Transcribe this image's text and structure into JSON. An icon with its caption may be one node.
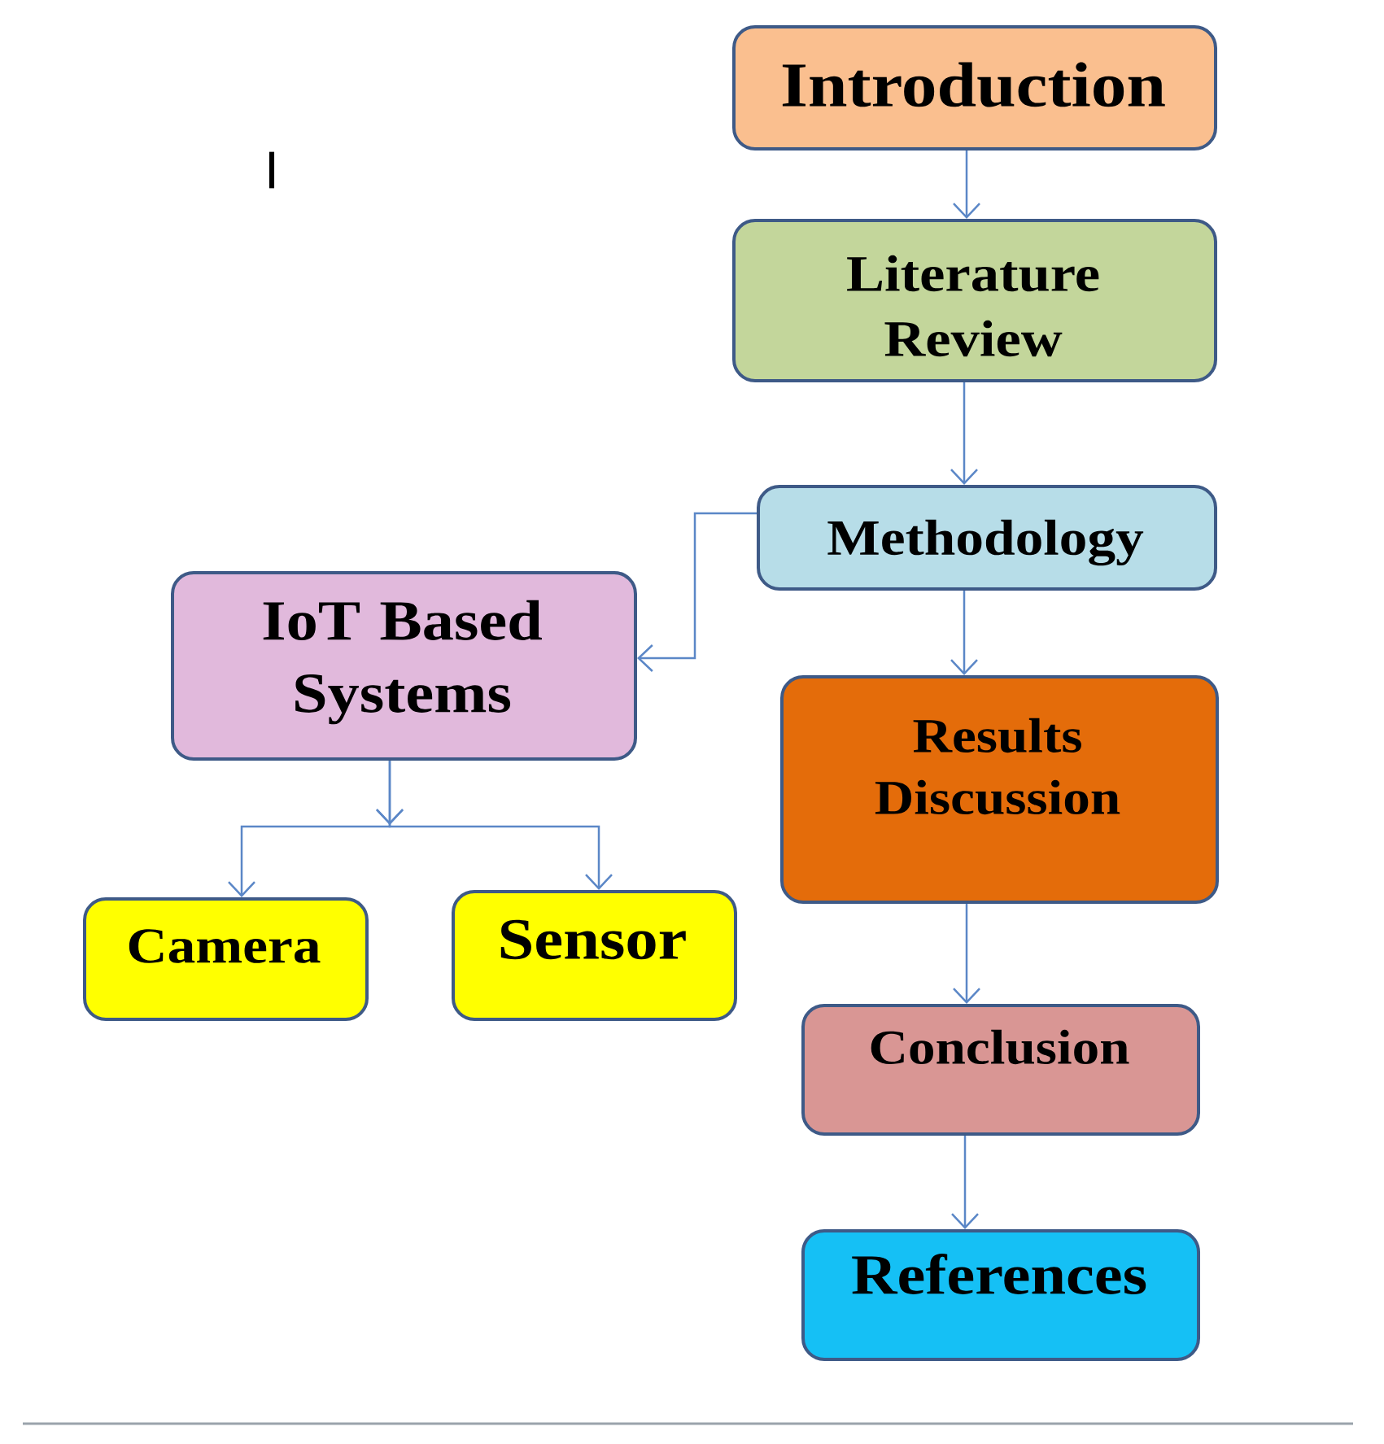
{
  "diagram": {
    "nodes": [
      {
        "text": [
          "Introduction"
        ]
      },
      {
        "text": [
          "Literature Review"
        ]
      },
      {
        "text": [
          "Methodology"
        ]
      },
      {
        "text": [
          "IoT Based Systems"
        ]
      },
      {
        "text": [
          "Results Discussion"
        ]
      },
      {
        "text": [
          "Camera"
        ]
      },
      {
        "text": [
          "Sensor"
        ]
      },
      {
        "text": [
          "Conclusion"
        ]
      },
      {
        "text": [
          "References"
        ]
      }
    ],
    "edges": [
      {
        "from": 0,
        "to": 1,
        "arrow": "to"
      },
      {
        "from": 1,
        "to": 2,
        "arrow": "to"
      },
      {
        "from": 2,
        "to": 3,
        "arrow": "to"
      },
      {
        "from": 2,
        "to": 4,
        "arrow": "to"
      },
      {
        "from": 3,
        "to": 5,
        "arrow": "to"
      },
      {
        "from": 3,
        "to": 6,
        "arrow": "to"
      },
      {
        "from": 4,
        "to": 7,
        "arrow": "to"
      },
      {
        "from": 7,
        "to": 8,
        "arrow": "to"
      }
    ],
    "labels": [
      "I"
    ]
  }
}
